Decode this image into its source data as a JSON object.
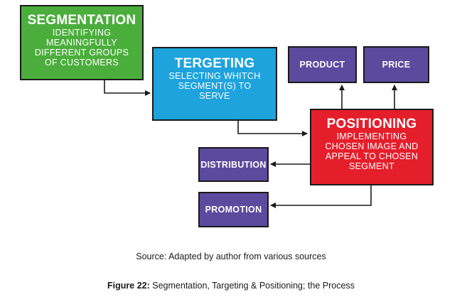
{
  "diagram": {
    "segmentation": {
      "title": "SEGMENTATION",
      "description": [
        "IDENTIFYING",
        "MEANINGFULLY",
        "DIFFERENT GROUPS",
        "OF CUSTOMERS"
      ]
    },
    "targeting": {
      "title": "TERGETING",
      "description": [
        "SELECTING WHITCH",
        "SEGMENT(S) TO",
        "SERVE"
      ]
    },
    "positioning": {
      "title": "POSITIONING",
      "description": [
        "IMPLEMENTING",
        "CHOSEN IMAGE AND",
        "APPEAL TO CHOSEN",
        "SEGMENT"
      ]
    },
    "product": "PRODUCT",
    "price": "PRICE",
    "distribution": "DISTRIBUTION",
    "promotion": "PROMOTION"
  },
  "colors": {
    "segmentation": "#4bae3c",
    "targeting": "#1ea3dd",
    "positioning": "#e51e2b",
    "mix": "#5b4b9e"
  },
  "source_text": "Source: Adapted by author from various sources",
  "figure_caption": {
    "label": "Figure 22:",
    "text": " Segmentation, Targeting & Positioning; the Process"
  }
}
